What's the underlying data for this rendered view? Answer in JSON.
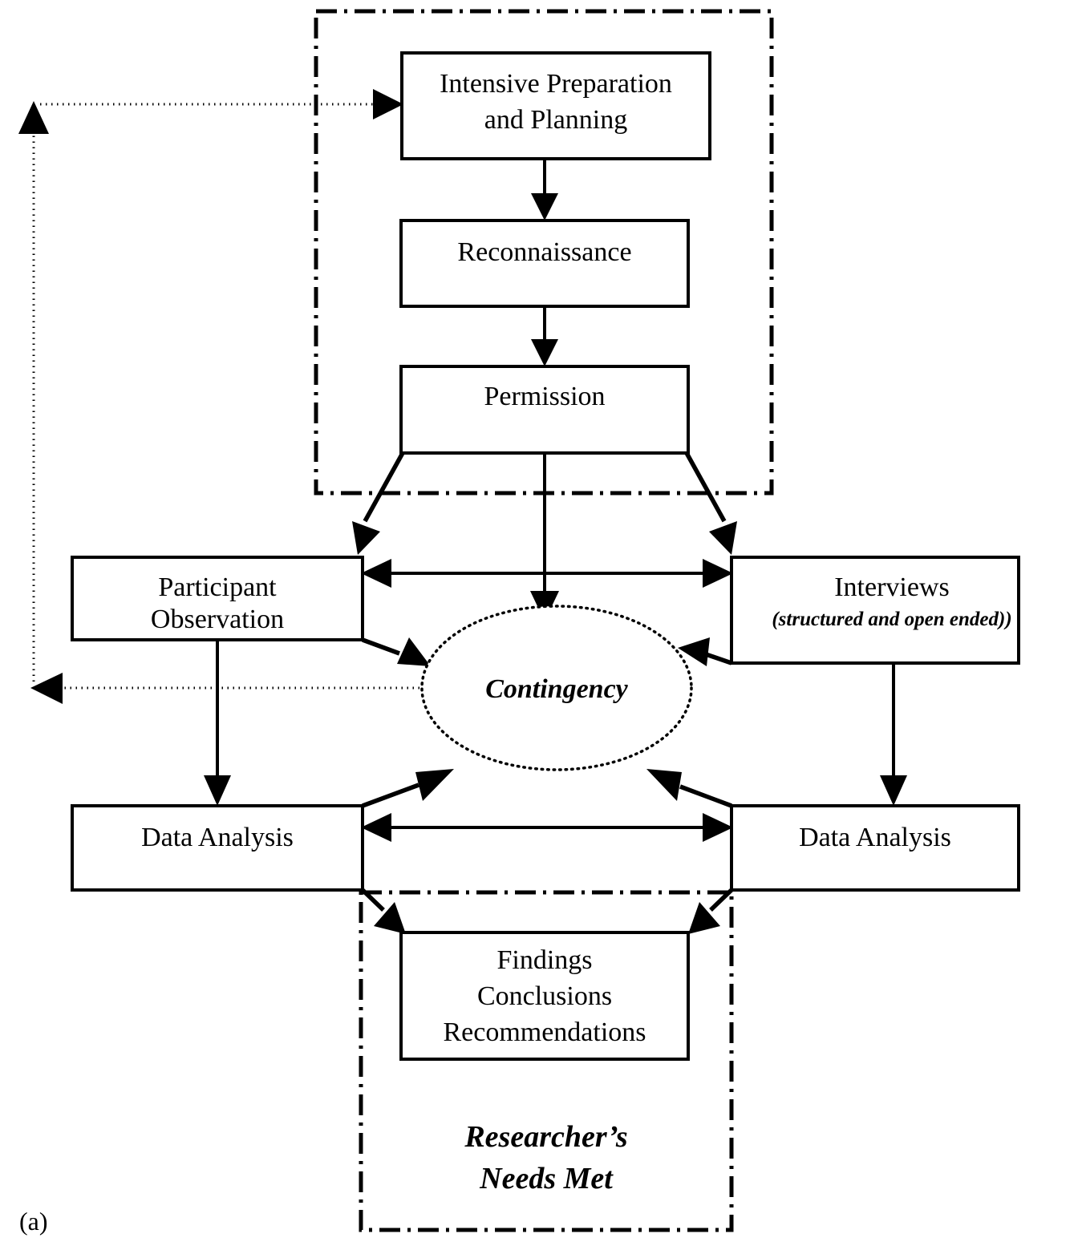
{
  "figure": {
    "label": "(a)",
    "caption_letter": "(a)"
  },
  "zones": [
    {
      "id": "preparation-zone",
      "name": "preparation-phase-zone",
      "label": ""
    },
    {
      "id": "outcome-zone",
      "name": "researcher-needs-zone",
      "label": "Researcher’s Needs Met",
      "label_line1": "Researcher’s",
      "label_line2": "Needs Met"
    }
  ],
  "nodes": {
    "intensive_preparation": {
      "label": "Intensive Preparation and Planning",
      "line1": "Intensive Preparation",
      "line2": "and Planning"
    },
    "reconnaissance": {
      "label": "Reconnaissance",
      "line1": "Reconnaissance"
    },
    "permission": {
      "label": "Permission",
      "line1": "Permission"
    },
    "participant_observation": {
      "label": "Participant Observation",
      "line1": "Participant",
      "line2": "Observation"
    },
    "interviews": {
      "label": "Interviews",
      "line1": "Interviews",
      "subtitle": "(structured  and open ended))"
    },
    "contingency": {
      "label": "Contingency"
    },
    "data_analysis_left": {
      "label": "Data Analysis",
      "line1": "Data Analysis"
    },
    "data_analysis_right": {
      "label": "Data Analysis",
      "line1": "Data Analysis"
    },
    "findings": {
      "label": "Findings Conclusions Recommendations",
      "line1": "Findings",
      "line2": "Conclusions",
      "line3": "Recommendations"
    }
  },
  "colors": {
    "stroke": "#000000",
    "fill": "#ffffff",
    "background": "#ffffff"
  }
}
